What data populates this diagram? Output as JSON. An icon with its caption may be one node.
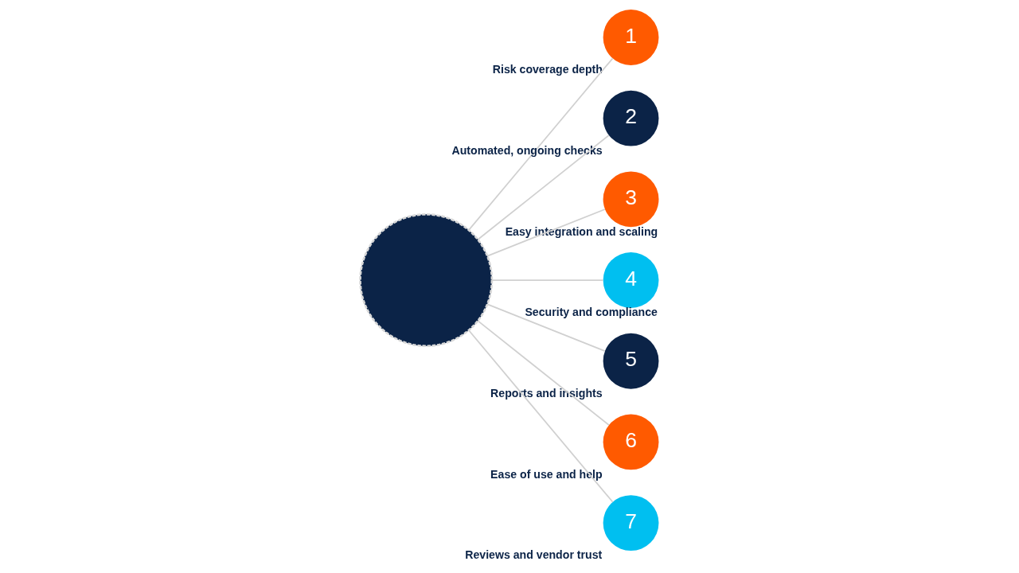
{
  "diagram": {
    "nodes": [
      {
        "text": [],
        "shape": "circle"
      },
      {
        "text": [
          "1"
        ],
        "beside": [
          "Risk coverage depth"
        ]
      },
      {
        "text": [
          "2"
        ],
        "beside": [
          "Automated, ongoing checks"
        ]
      },
      {
        "text": [
          "3"
        ],
        "beside": [
          "Easy integration and scaling"
        ]
      },
      {
        "text": [
          "4"
        ],
        "beside": [
          "Security and compliance"
        ]
      },
      {
        "text": [
          "5"
        ],
        "beside": [
          "Reports and insights"
        ]
      },
      {
        "text": [
          "6"
        ],
        "beside": [
          "Ease of use and help"
        ]
      },
      {
        "text": [
          "7"
        ],
        "beside": [
          "Reviews and vendor trust"
        ]
      }
    ],
    "edges": [
      {
        "from": 0,
        "to": 1,
        "arrow": "none"
      },
      {
        "from": 0,
        "to": 2,
        "arrow": "none"
      },
      {
        "from": 0,
        "to": 3,
        "arrow": "none"
      },
      {
        "from": 0,
        "to": 4,
        "arrow": "none"
      },
      {
        "from": 0,
        "to": 5,
        "arrow": "none"
      },
      {
        "from": 0,
        "to": 6,
        "arrow": "none"
      },
      {
        "from": 0,
        "to": 7,
        "arrow": "none"
      }
    ]
  }
}
